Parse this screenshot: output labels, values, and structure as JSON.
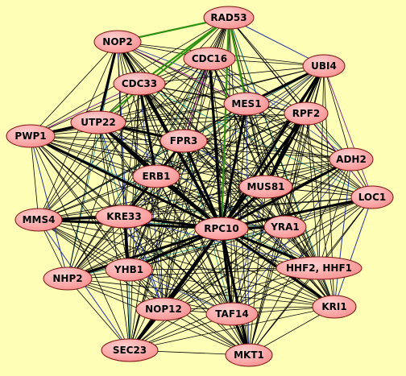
{
  "colors": {
    "background": "#fefeb7",
    "node_fill": "#f98c8c",
    "node_fill_light": "#ffd2d2",
    "node_stroke": "#7a1010",
    "edge_default": "#000000",
    "edge_green": "#2f8f12",
    "edge_blue": "#2233a0",
    "edge_purple": "#8a2a8a",
    "edge_teal": "#1b7f7f"
  },
  "nodes": [
    {
      "id": "RAD53",
      "label": "RAD53"
    },
    {
      "id": "NOP2",
      "label": "NOP2"
    },
    {
      "id": "CDC16",
      "label": "CDC16"
    },
    {
      "id": "UBI4",
      "label": "UBI4"
    },
    {
      "id": "CDC33",
      "label": "CDC33"
    },
    {
      "id": "MES1",
      "label": "MES1"
    },
    {
      "id": "RPF2",
      "label": "RPF2"
    },
    {
      "id": "UTP22",
      "label": "UTP22"
    },
    {
      "id": "PWP1",
      "label": "PWP1"
    },
    {
      "id": "FPR3",
      "label": "FPR3"
    },
    {
      "id": "ADH2",
      "label": "ADH2"
    },
    {
      "id": "ERB1",
      "label": "ERB1"
    },
    {
      "id": "MUS81",
      "label": "MUS81"
    },
    {
      "id": "LOC1",
      "label": "LOC1"
    },
    {
      "id": "MMS4",
      "label": "MMS4"
    },
    {
      "id": "KRE33",
      "label": "KRE33"
    },
    {
      "id": "RPC10",
      "label": "RPC10"
    },
    {
      "id": "YRA1",
      "label": "YRA1"
    },
    {
      "id": "HHF2",
      "label": "HHF2, HHF1"
    },
    {
      "id": "YHB1",
      "label": "YHB1"
    },
    {
      "id": "NHP2",
      "label": "NHP2"
    },
    {
      "id": "NOP12",
      "label": "NOP12"
    },
    {
      "id": "TAF14",
      "label": "TAF14"
    },
    {
      "id": "KRI1",
      "label": "KRI1"
    },
    {
      "id": "SEC23",
      "label": "SEC23"
    },
    {
      "id": "MKT1",
      "label": "MKT1"
    }
  ],
  "thin_edges_all_pairs": true,
  "heavy_edges": [
    [
      "RPC10",
      "ERB1"
    ],
    [
      "RPC10",
      "FPR3"
    ],
    [
      "RPC10",
      "UTP22"
    ],
    [
      "RPC10",
      "CDC33"
    ],
    [
      "RPC10",
      "KRE33"
    ],
    [
      "RPC10",
      "MMS4"
    ],
    [
      "RPC10",
      "YHB1"
    ],
    [
      "RPC10",
      "NHP2"
    ],
    [
      "RPC10",
      "NOP12"
    ],
    [
      "RPC10",
      "TAF14"
    ],
    [
      "RPC10",
      "MKT1"
    ],
    [
      "RPC10",
      "KRI1"
    ],
    [
      "RPC10",
      "HHF2"
    ],
    [
      "RPC10",
      "YRA1"
    ],
    [
      "RPC10",
      "MUS81"
    ],
    [
      "RPC10",
      "LOC1"
    ],
    [
      "RPC10",
      "ADH2"
    ],
    [
      "RPC10",
      "RPF2"
    ],
    [
      "RPC10",
      "UBI4"
    ],
    [
      "RPC10",
      "MES1"
    ],
    [
      "RPC10",
      "SEC23"
    ],
    [
      "RPC10",
      "PWP1"
    ],
    [
      "RPC10",
      "NOP2"
    ],
    [
      "RPC10",
      "CDC16"
    ],
    [
      "ERB1",
      "UTP22"
    ],
    [
      "ERB1",
      "KRE33"
    ],
    [
      "ERB1",
      "FPR3"
    ],
    [
      "MES1",
      "UBI4"
    ],
    [
      "UBI4",
      "MUS81"
    ],
    [
      "KRE33",
      "YHB1"
    ],
    [
      "NOP12",
      "SEC23"
    ],
    [
      "UTP22",
      "PWP1"
    ],
    [
      "NOP2",
      "UTP22"
    ],
    [
      "CDC33",
      "ERB1"
    ],
    [
      "MMS4",
      "KRE33"
    ],
    [
      "TAF14",
      "MKT1"
    ],
    [
      "RPF2",
      "MUS81"
    ],
    [
      "FPR3",
      "UTP22"
    ]
  ],
  "green_edges": [
    [
      "RAD53",
      "RPC10"
    ],
    [
      "RAD53",
      "MES1"
    ],
    [
      "RAD53",
      "NOP2"
    ],
    [
      "RAD53",
      "CDC33"
    ],
    [
      "RAD53",
      "UTP22"
    ],
    [
      "CDC16",
      "RPC10"
    ]
  ],
  "blue_edges": [
    [
      "PWP1",
      "NHP2"
    ],
    [
      "NOP2",
      "YHB1"
    ],
    [
      "UTP22",
      "NOP12"
    ],
    [
      "MMS4",
      "SEC23"
    ],
    [
      "KRE33",
      "NOP12"
    ],
    [
      "RAD53",
      "UBI4"
    ],
    [
      "LOC1",
      "KRI1"
    ],
    [
      "ADH2",
      "KRI1"
    ]
  ],
  "purple_edges": [
    [
      "NOP2",
      "MES1"
    ],
    [
      "PWP1",
      "CDC33"
    ],
    [
      "RPF2",
      "LOC1"
    ],
    [
      "UBI4",
      "LOC1"
    ],
    [
      "CDC16",
      "FPR3"
    ]
  ]
}
